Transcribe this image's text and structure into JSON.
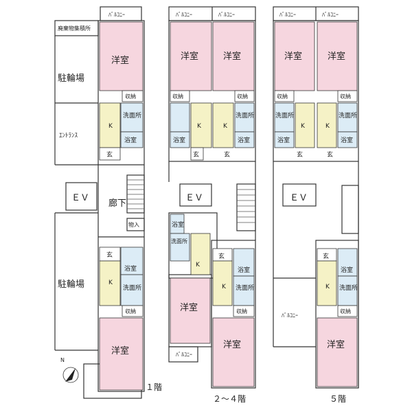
{
  "labels": {
    "western_room": "洋室",
    "balcony": "ﾊﾞﾙｺﾆｰ",
    "storage": "収納",
    "washroom": "洗面所",
    "bath": "浴室",
    "kitchen": "K",
    "entry": "玄",
    "bike_parking": "駐輪場",
    "waste_storage": "廃棄物集積所",
    "entrance": "ｴﾝﾄﾗﾝｽ",
    "elevator": "ＥＶ",
    "corridor": "廊下",
    "closet": "物入",
    "north": "N"
  },
  "floors": {
    "first": "１階",
    "middle": "２～４階",
    "fifth": "５階"
  },
  "colors": {
    "room": "#f6d6df",
    "kitchen": "#f5f2c6",
    "wet": "#dcecf6",
    "wall": "#333333",
    "balcony": "#ffffff"
  }
}
